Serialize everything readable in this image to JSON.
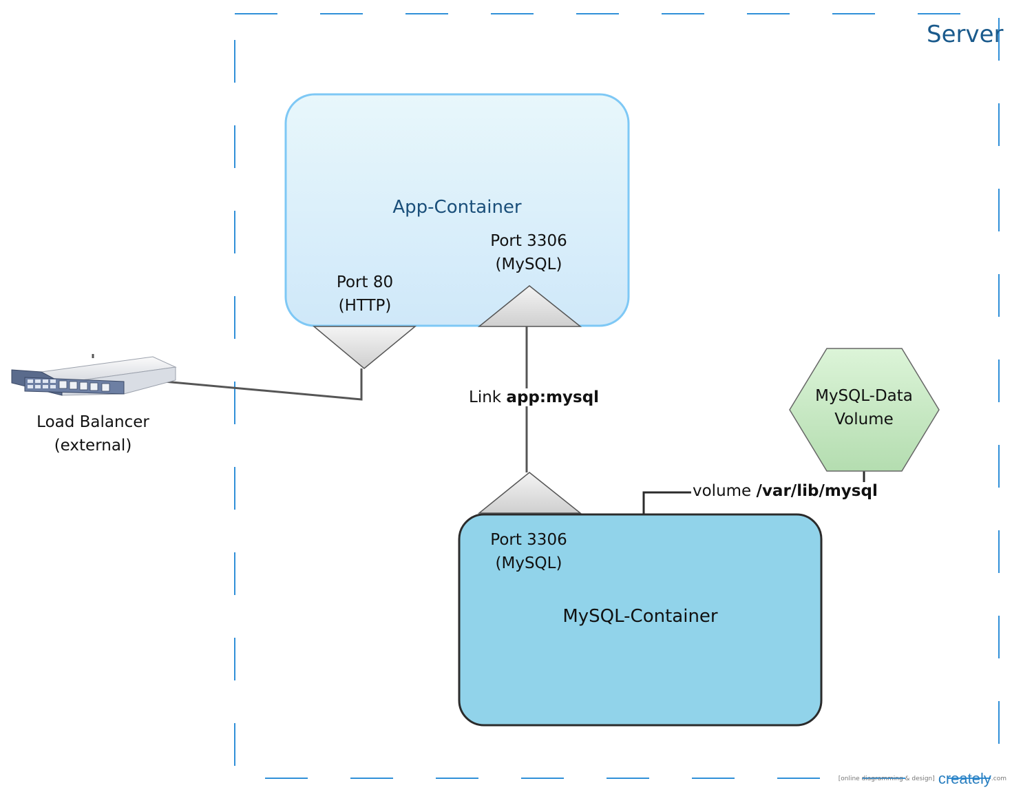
{
  "server": {
    "title": "Server"
  },
  "app_container": {
    "title": "App-Container"
  },
  "app_port_http": {
    "line1": "Port 80",
    "line2": "(HTTP)"
  },
  "app_port_mysql": {
    "line1": "Port 3306",
    "line2": "(MySQL)"
  },
  "mysql_container": {
    "title": "MySQL-Container"
  },
  "mysql_port": {
    "line1": "Port 3306",
    "line2": "(MySQL)"
  },
  "load_balancer": {
    "line1": "Load Balancer",
    "line2": "(external)"
  },
  "link": {
    "prefix": "Link ",
    "bold": "app:mysql"
  },
  "volume_link": {
    "prefix": "volume ",
    "slash1": "/",
    "p1": "var",
    "slash2": "/",
    "p2": "lib",
    "slash3": "/",
    "p3": "mysql"
  },
  "volume": {
    "line1": "MySQL-Data",
    "line2": "Volume"
  },
  "footer": {
    "tag": "[online diagramming & design]",
    "brand": "creately",
    "tld": ".com"
  },
  "colors": {
    "server_border": "#2f8fd8",
    "app_fill_top": "#e8f7fb",
    "app_fill_bottom": "#cfe8f9",
    "app_border": "#7ec8f5",
    "mysql_fill": "#91d3ea",
    "mysql_border": "#2b2b2b",
    "port_fill": "#dcdcdc",
    "volume_fill_top": "#dcf4d8",
    "volume_fill_bottom": "#b4ddb0"
  }
}
